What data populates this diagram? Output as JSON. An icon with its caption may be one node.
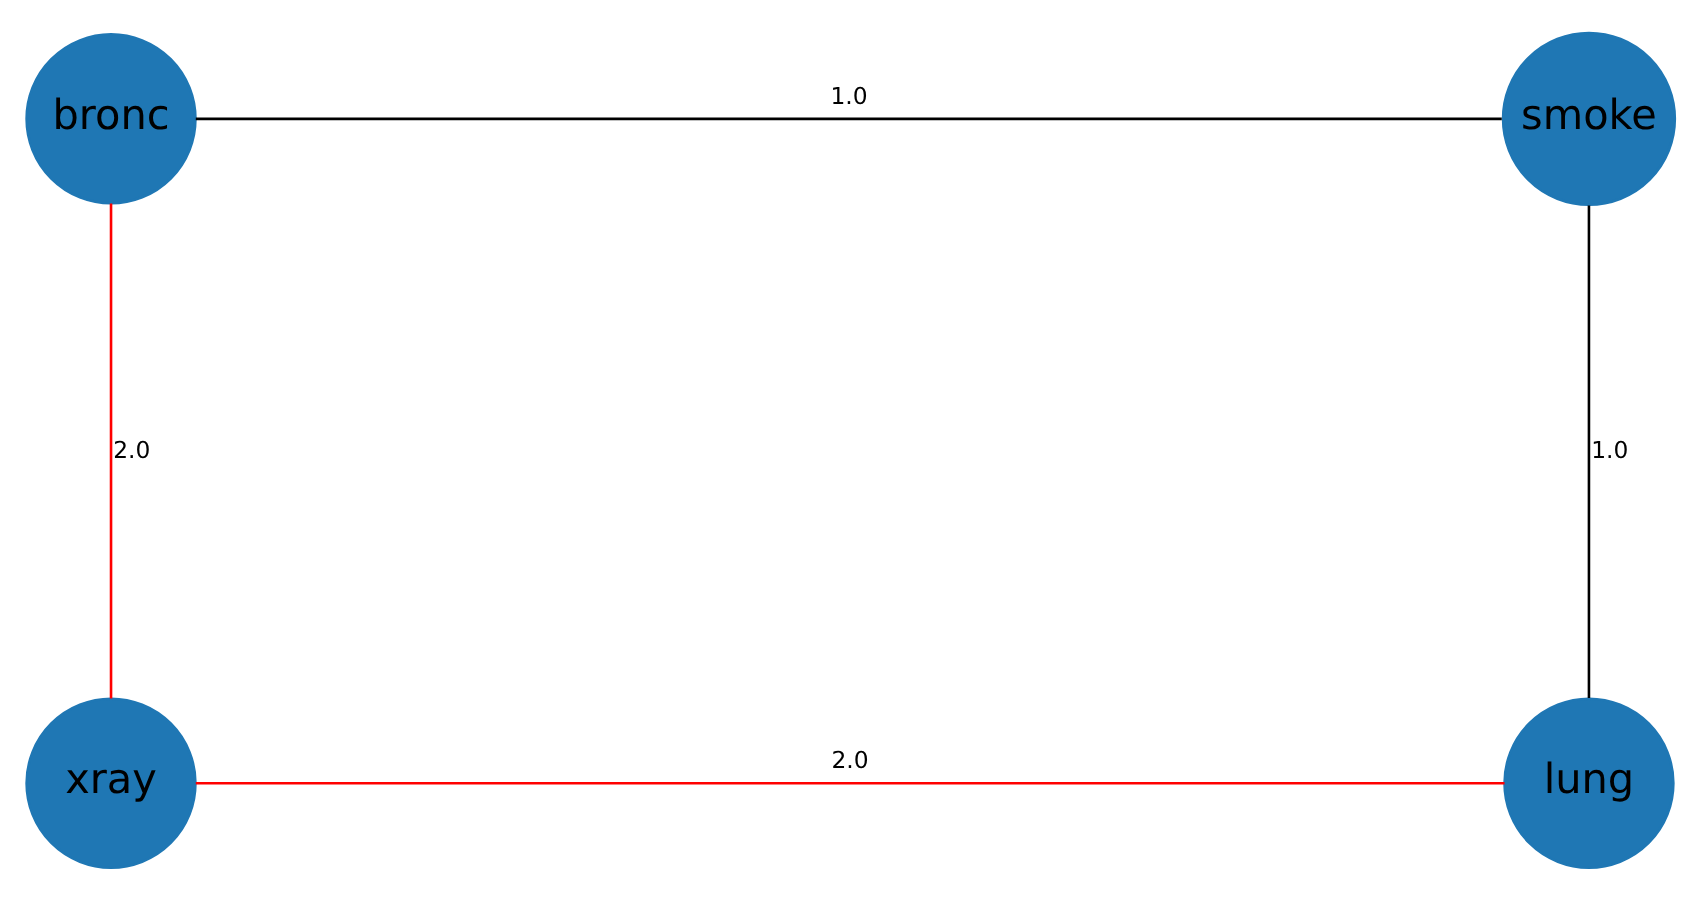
{
  "diagram": {
    "nodes": [
      {
        "text": [
          "bronc"
        ]
      },
      {
        "text": [
          "smoke"
        ]
      },
      {
        "text": [
          "xray"
        ]
      },
      {
        "text": [
          "lung"
        ]
      }
    ],
    "edges": [
      {
        "from": 0,
        "to": 1,
        "arrow": "none",
        "label": "1.0"
      },
      {
        "from": 1,
        "to": 3,
        "arrow": "none",
        "label": "1.0"
      },
      {
        "from": 0,
        "to": 2,
        "arrow": "none",
        "label": "2.0",
        "color": "#ff0000"
      },
      {
        "from": 2,
        "to": 3,
        "arrow": "none",
        "label": "2.0",
        "color": "#ff0000"
      }
    ]
  }
}
